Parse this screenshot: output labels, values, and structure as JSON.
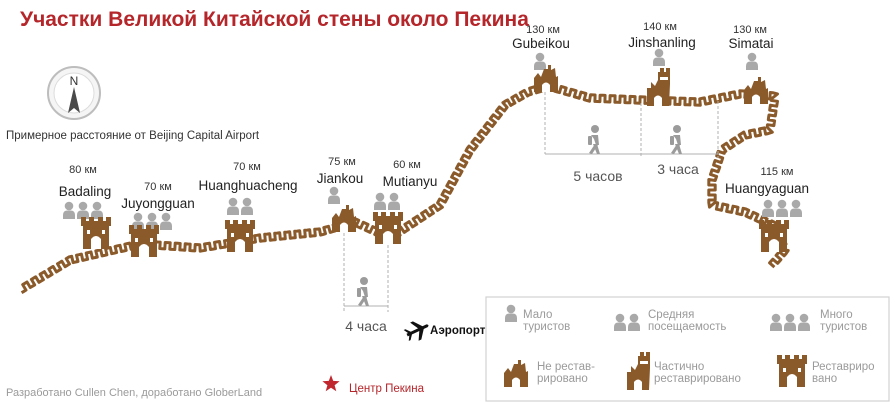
{
  "title": "Участки Великой Китайской стены около Пекина",
  "subtitle": "Примерное расстояние от Beijing Capital Airport",
  "sections": [
    {
      "name": "Badaling",
      "distance": "80 км"
    },
    {
      "name": "Juyongguan",
      "distance": "70 км"
    },
    {
      "name": "Huanghuacheng",
      "distance": "70 км"
    },
    {
      "name": "Jiankou",
      "distance": "75 км"
    },
    {
      "name": "Mutianyu",
      "distance": "60 км"
    },
    {
      "name": "Gubeikou",
      "distance": "130 км"
    },
    {
      "name": "Jinshanling",
      "distance": "140 км"
    },
    {
      "name": "Simatai",
      "distance": "130 км"
    },
    {
      "name": "Huangyaguan",
      "distance": "115 км"
    }
  ],
  "hikes": [
    "4 часа",
    "5 часов",
    "3 часа"
  ],
  "airport": "Аэропорт",
  "center": "Центр Пекина",
  "credit": "Разработано Cullen Chen, доработано GloberLand",
  "compass_letter": "N",
  "legend": {
    "few": "Мало\nтуристов",
    "medium": "Средняя\nпосещаемость",
    "many": "Много\nтуристов",
    "unrestored": "Не рестав-\nрировано",
    "partial": "Частично\nреставрировано",
    "restored": "Реставриро\nвано"
  },
  "colors": {
    "title": "#b5262b",
    "wall": "#8b5a2b",
    "people": "#a9a9a9",
    "star": "#c0262d"
  }
}
